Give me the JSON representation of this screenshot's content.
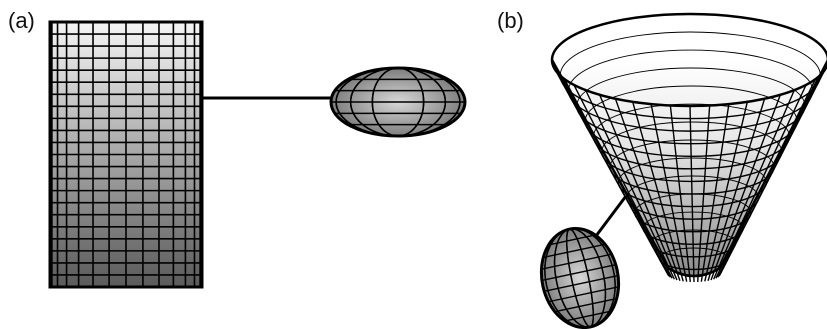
{
  "figure": {
    "panels": [
      {
        "label": "(a)",
        "description_shapes": [
          "rectangular-cylinder-mesh",
          "connector-rod",
          "ellipsoid-mesh"
        ]
      },
      {
        "label": "(b)",
        "description_shapes": [
          "cone-mesh",
          "connector-rod",
          "ellipsoid-mesh"
        ]
      }
    ]
  },
  "colors": {
    "wire": "#000000",
    "fill_light": "#f2f2f2",
    "fill_dark": "#5a5a5a",
    "background": "#ffffff"
  }
}
